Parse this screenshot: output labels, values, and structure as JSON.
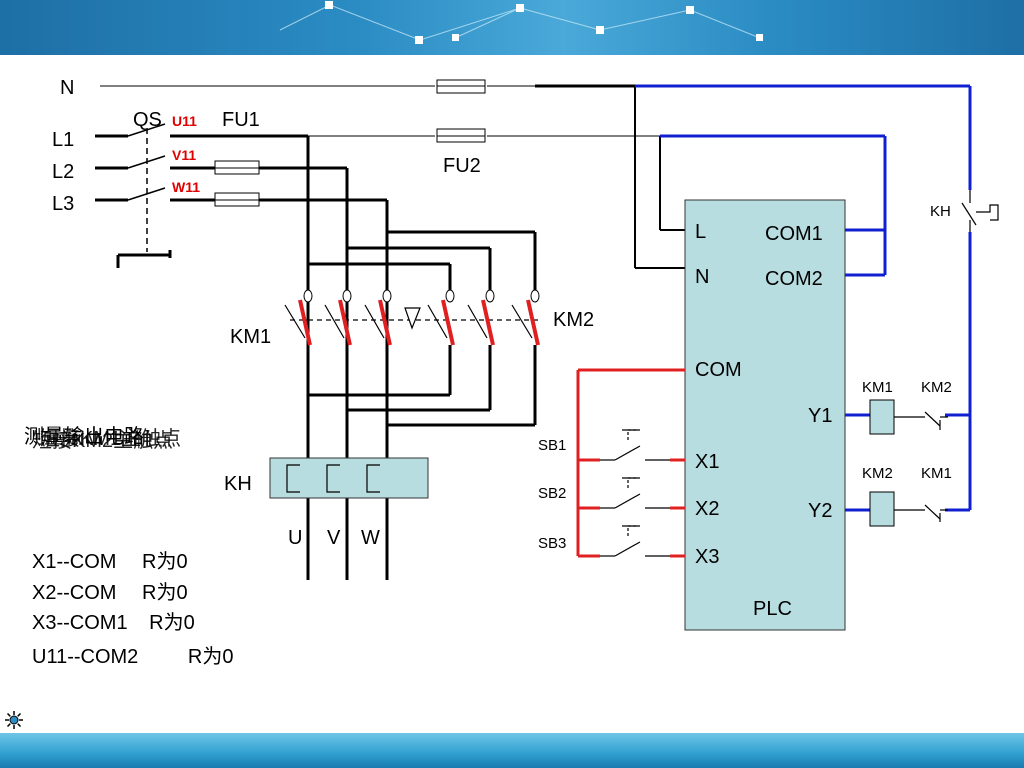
{
  "labels": {
    "N": "N",
    "L1": "L1",
    "L2": "L2",
    "L3": "L3",
    "QS": "QS",
    "FU1": "FU1",
    "FU2": "FU2",
    "U11": "U11",
    "V11": "V11",
    "W11": "W11",
    "KM1": "KM1",
    "KM2": "KM2",
    "KH": "KH",
    "U": "U",
    "V": "V",
    "W": "W",
    "KH_contact": "KH",
    "SB1": "SB1",
    "SB2": "SB2",
    "SB3": "SB3"
  },
  "plc": {
    "L": "L",
    "N": "N",
    "COM1": "COM1",
    "COM2": "COM2",
    "COM": "COM",
    "Y1": "Y1",
    "Y2": "Y2",
    "X1": "X1",
    "X2": "X2",
    "X3": "X3",
    "name": "PLC"
  },
  "coil_labels": {
    "y1_coil": "KM1",
    "y1_interlock": "KM2",
    "y2_coil": "KM2",
    "y2_interlock": "KM1"
  },
  "overlay_text": {
    "line_a": "测量输出电路",
    "line_b": "短接KM2主触点",
    "line_c": "短接KM1主触点"
  },
  "measurement_notes": [
    {
      "label": "U11--COM2",
      "value": "R为0"
    }
  ],
  "overlay_measurements": [
    {
      "label": "X1--COM",
      "value": "R为0"
    },
    {
      "label": "X2--COM",
      "value": "R为0"
    },
    {
      "label": "X3--COM1",
      "value": "R为0"
    }
  ],
  "colors": {
    "banner": "#2b8cc4",
    "plc_fill": "#b7dde0",
    "blue_wire": "#1020d0",
    "red_wire": "#e02020",
    "red_label": "#e00000"
  }
}
